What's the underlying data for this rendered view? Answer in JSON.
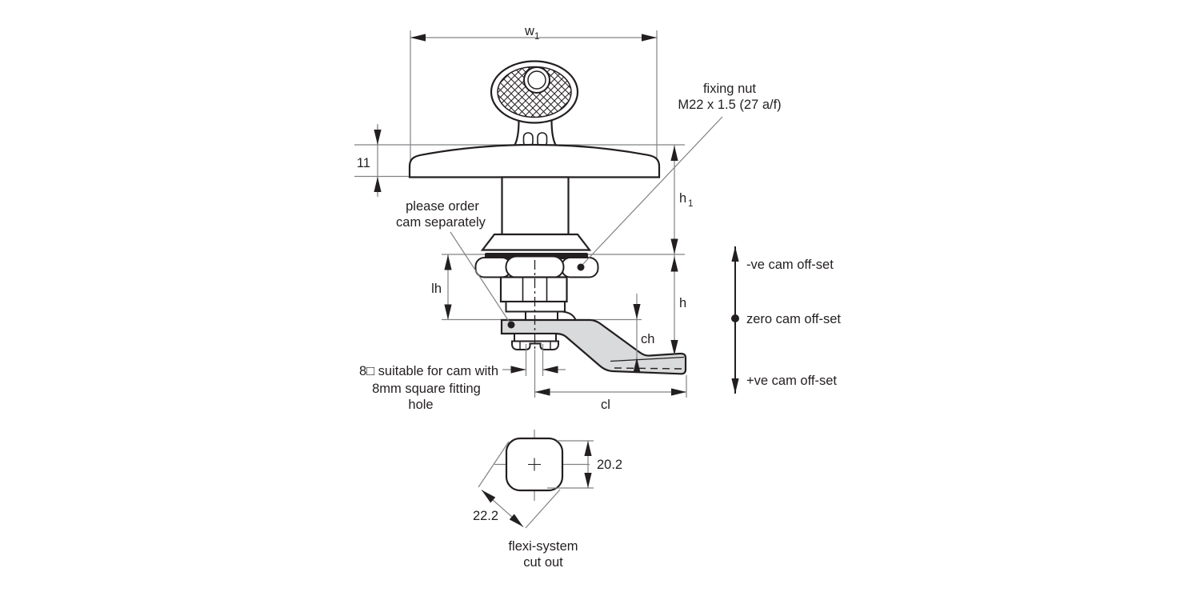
{
  "diagram": {
    "dimensions": {
      "w1": {
        "base": "w",
        "sub": "1"
      },
      "cap_height": "11",
      "h1": {
        "base": "h",
        "sub": "1"
      },
      "h": "h",
      "lh": "lh",
      "ch": "ch",
      "cl": "cl",
      "cutout_height": "20.2",
      "cutout_width": "22.2"
    },
    "annotations": {
      "fixing_nut": {
        "line1": "fixing nut",
        "line2": "M22 x 1.5 (27 a/f)"
      },
      "order_cam": {
        "line1": "please order",
        "line2": "cam separately"
      },
      "square_note": {
        "line1": "8□ suitable for cam with",
        "line2": "8mm square fitting",
        "line3": "hole"
      },
      "cutout_label": {
        "line1": "flexi-system",
        "line2": "cut out"
      }
    },
    "legend": {
      "negative": "-ve cam off-set",
      "zero": "zero cam off-set",
      "positive": "+ve cam off-set"
    },
    "colors": {
      "outline": "#231f20",
      "dimension_line": "#808285",
      "cam_fill": "#d9dadb",
      "background": "#ffffff"
    }
  }
}
